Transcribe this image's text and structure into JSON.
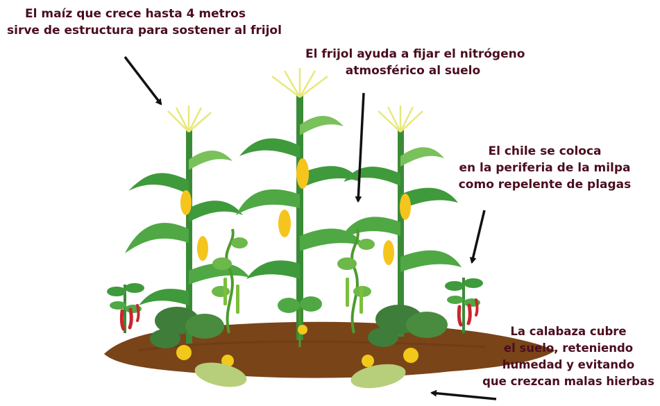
{
  "annotations": {
    "maize": [
      "El maíz que crece hasta 4 metros",
      "sirve de estructura para sostener al frijol"
    ],
    "bean": [
      "El frijol ayuda a fijar el nitrógeno",
      "atmosférico al suelo"
    ],
    "chile": [
      "El chile se coloca",
      "en la periferia de la milpa",
      "como repelente de plagas"
    ],
    "squash": [
      "La calabaza cubre",
      "el suelo, reteniendo",
      "humedad y evitando",
      "que crezcan malas hierbas"
    ]
  },
  "colors": {
    "text": "#4a0d1e",
    "arrow": "#111111",
    "soil": "#7a4419",
    "leaf": "#3f9a3c",
    "leaf_light": "#79c15a",
    "corn_cob": "#f5c51d",
    "tassel": "#e8e87a",
    "chile_pod": "#c9262c",
    "squash_flower": "#f2c81a",
    "squash_fruit": "#b7cf7a"
  },
  "icons": [
    "maize-plant",
    "bean-vine",
    "chile-plant",
    "squash-plant"
  ]
}
